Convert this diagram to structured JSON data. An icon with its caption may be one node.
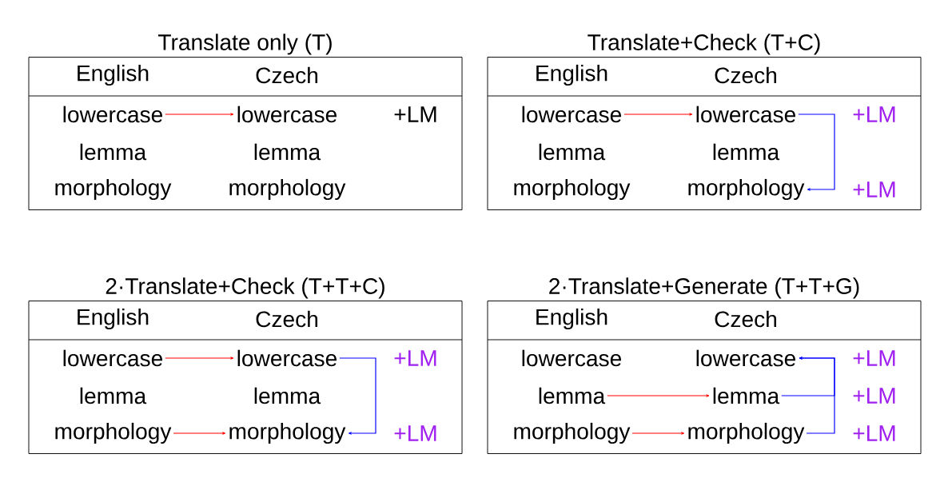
{
  "diagram": {
    "nodes": [
      {
        "text": [
          "Translate only (T)"
        ]
      },
      {
        "text": [
          "lowercase"
        ],
        "in": 0
      },
      {
        "text": [
          "lowercase"
        ],
        "in": 0
      },
      {
        "text": [
          "lemma"
        ],
        "in": 0
      },
      {
        "text": [
          "lemma"
        ],
        "in": 0
      },
      {
        "text": [
          "morphology"
        ],
        "in": 0
      },
      {
        "text": [
          "morphology"
        ],
        "in": 0
      },
      {
        "text": [
          "Translate+Check (T+C)"
        ]
      },
      {
        "text": [
          "lowercase"
        ],
        "in": 7
      },
      {
        "text": [
          "lowercase"
        ],
        "in": 7
      },
      {
        "text": [
          "lemma"
        ],
        "in": 7
      },
      {
        "text": [
          "lemma"
        ],
        "in": 7
      },
      {
        "text": [
          "morphology"
        ],
        "in": 7
      },
      {
        "text": [
          "morphology"
        ],
        "in": 7
      },
      {
        "text": [
          "2·Translate+Check (T+T+C)"
        ]
      },
      {
        "text": [
          "lowercase"
        ],
        "in": 14
      },
      {
        "text": [
          "lowercase"
        ],
        "in": 14
      },
      {
        "text": [
          "lemma"
        ],
        "in": 14
      },
      {
        "text": [
          "lemma"
        ],
        "in": 14
      },
      {
        "text": [
          "morphology"
        ],
        "in": 14
      },
      {
        "text": [
          "morphology"
        ],
        "in": 14
      },
      {
        "text": [
          "2·Translate+Generate (T+T+G)"
        ]
      },
      {
        "text": [
          "lowercase"
        ],
        "in": 21
      },
      {
        "text": [
          "lowercase"
        ],
        "in": 21
      },
      {
        "text": [
          "lemma"
        ],
        "in": 21
      },
      {
        "text": [
          "lemma"
        ],
        "in": 21
      },
      {
        "text": [
          "morphology"
        ],
        "in": 21
      },
      {
        "text": [
          "morphology"
        ],
        "in": 21
      }
    ],
    "edges": [
      {
        "from": 1,
        "to": 2,
        "arrow": "to",
        "color": "#ff0000"
      },
      {
        "from": 8,
        "to": 9,
        "arrow": "to",
        "color": "#ff0000"
      },
      {
        "from": 9,
        "to": 13,
        "arrow": "to",
        "color": "#0000ff"
      },
      {
        "from": 15,
        "to": 16,
        "arrow": "to",
        "color": "#ff0000"
      },
      {
        "from": 19,
        "to": 20,
        "arrow": "to",
        "color": "#ff0000"
      },
      {
        "from": 16,
        "to": 20,
        "arrow": "to",
        "color": "#0000ff"
      },
      {
        "from": 24,
        "to": 25,
        "arrow": "to",
        "color": "#ff0000"
      },
      {
        "from": 26,
        "to": 27,
        "arrow": "to",
        "color": "#ff0000"
      },
      {
        "from": 25,
        "to": 23,
        "arrow": "to",
        "color": "#0000ff"
      },
      {
        "from": 27,
        "to": 23,
        "arrow": "to",
        "color": "#0000ff"
      }
    ],
    "labels": [
      "English",
      "Czech",
      "+LM",
      "English",
      "Czech",
      "+LM",
      "+LM",
      "English",
      "Czech",
      "+LM",
      "+LM",
      "English",
      "Czech",
      "+LM",
      "+LM",
      "+LM"
    ]
  }
}
